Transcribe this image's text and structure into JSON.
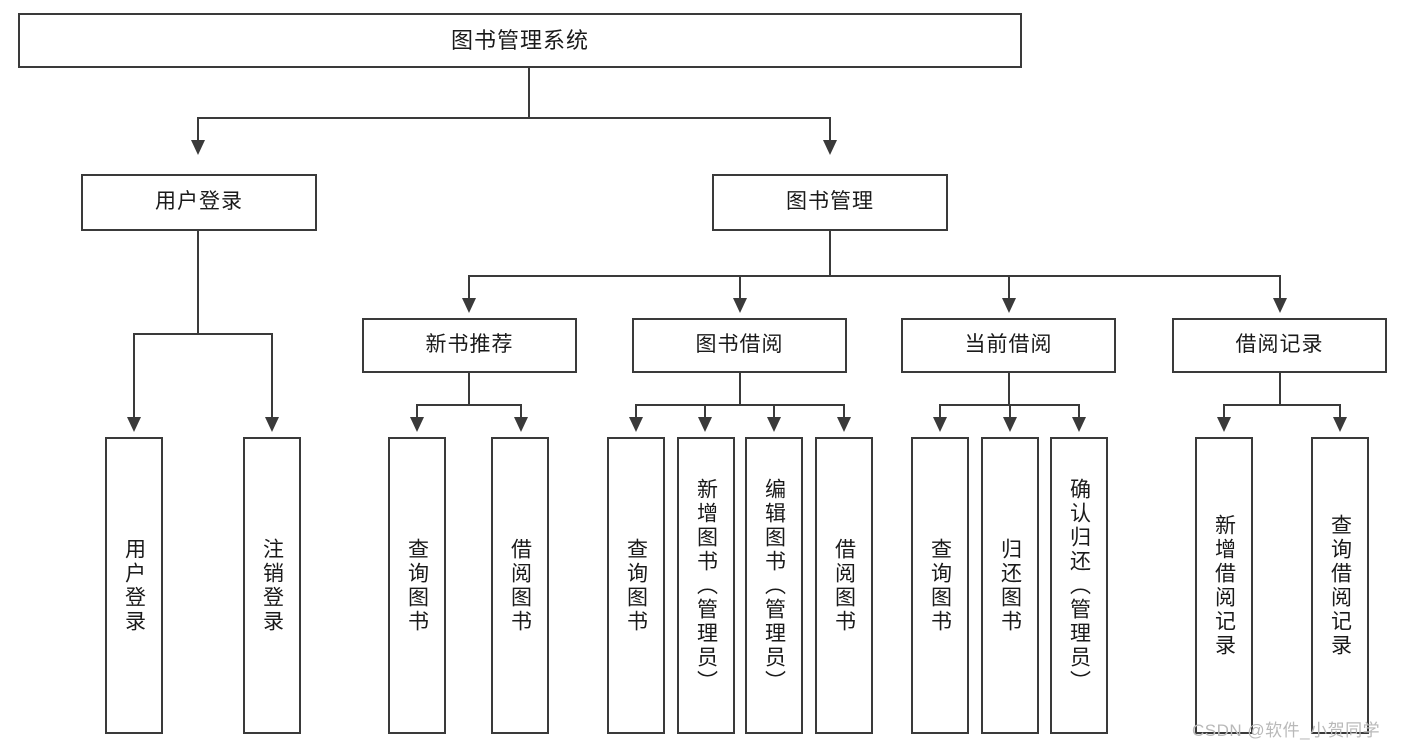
{
  "diagram": {
    "title": "图书管理系统",
    "type": "tree-hierarchy-diagram",
    "watermark": "CSDN @软件_小贺同学",
    "colors": {
      "background": "#ffffff",
      "box_border": "#3a3a3a",
      "box_fill": "#ffffff",
      "text": "#1a1a1a",
      "connector": "#3a3a3a",
      "watermark": "#b9b9b9"
    },
    "root": {
      "label": "图书管理系统"
    },
    "level1": [
      {
        "label": "用户登录"
      },
      {
        "label": "图书管理"
      }
    ],
    "level2": [
      {
        "label": "新书推荐"
      },
      {
        "label": "图书借阅"
      },
      {
        "label": "当前借阅"
      },
      {
        "label": "借阅记录"
      }
    ],
    "leaves": {
      "user_login": [
        {
          "label": "用户登录"
        },
        {
          "label": "注销登录"
        }
      ],
      "new_book_recommend": [
        {
          "label": "查询图书"
        },
        {
          "label": "借阅图书"
        }
      ],
      "book_borrow": [
        {
          "label": "查询图书"
        },
        {
          "label": "新增图书（管理员）"
        },
        {
          "label": "编辑图书（管理员）"
        },
        {
          "label": "借阅图书"
        }
      ],
      "current_borrow": [
        {
          "label": "查询图书"
        },
        {
          "label": "归还图书"
        },
        {
          "label": "确认归还（管理员）"
        }
      ],
      "borrow_records": [
        {
          "label": "新增借阅记录"
        },
        {
          "label": "查询借阅记录"
        }
      ]
    }
  }
}
